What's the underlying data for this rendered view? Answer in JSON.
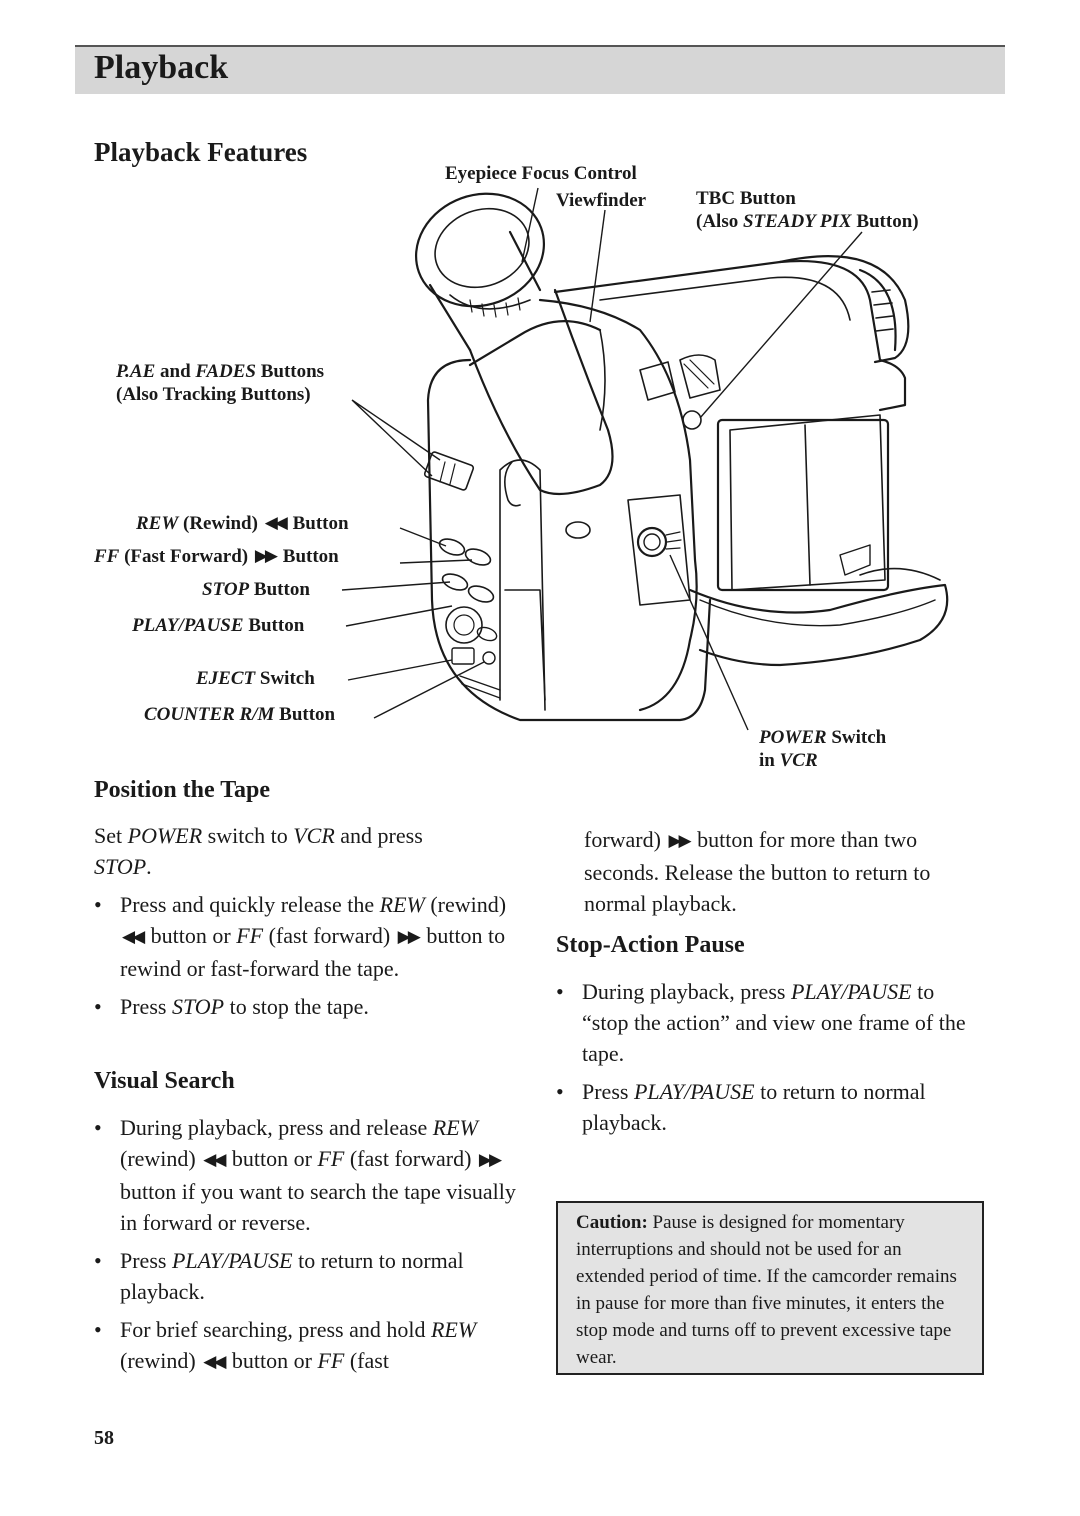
{
  "header": {
    "title": "Playback"
  },
  "section": {
    "title": "Playback  Features"
  },
  "diagram": {
    "labels": {
      "eyepiece": "Eyepiece Focus Control",
      "viewfinder": "Viewfinder",
      "tbc_line1": "TBC Button",
      "tbc_line2_a": "(Also ",
      "tbc_line2_b": "STEADY PIX",
      "tbc_line2_c": " Button)",
      "pae_a": "P.AE",
      "pae_b": " and ",
      "pae_c": "FADES",
      "pae_d": " Buttons",
      "pae_line2": "(Also Tracking Buttons)",
      "rew_a": "REW",
      "rew_b": " (Rewind) ",
      "rew_arrow": "◀◀",
      "rew_c": " Button",
      "ff_a": "FF",
      "ff_b": " (Fast Forward) ",
      "ff_arrow": "▶▶",
      "ff_c": " Button",
      "stop_a": "STOP",
      "stop_b": " Button",
      "play_a": "PLAY/PAUSE",
      "play_b": " Button",
      "eject_a": "EJECT",
      "eject_b": " Switch",
      "counter_a": "COUNTER R/M",
      "counter_b": " Button",
      "power_a": "POWER",
      "power_b": " Switch",
      "power_c": "in ",
      "power_d": "VCR"
    }
  },
  "position_tape": {
    "title": "Position the Tape",
    "intro_a": "Set ",
    "intro_b": "POWER",
    "intro_c": " switch to ",
    "intro_d": "VCR",
    "intro_e": " and press ",
    "intro_f": "STOP",
    "intro_g": ".",
    "b1_a": "Press and quickly release the ",
    "b1_b": "REW",
    "b1_c": " (rewind) ",
    "b1_d": " button or ",
    "b1_e": "FF",
    "b1_f": " (fast forward) ",
    "b1_g": " button to rewind or fast-forward the tape.",
    "b2_a": "Press ",
    "b2_b": "STOP",
    "b2_c": " to stop the tape."
  },
  "visual_search": {
    "title": "Visual Search",
    "b1_a": "During playback, press and release ",
    "b1_b": "REW",
    "b1_c": " (rewind) ",
    "b1_d": " button or ",
    "b1_e": "FF",
    "b1_f": " (fast forward) ",
    "b1_g": " button if you want to search the tape visually in forward or reverse.",
    "b2_a": "Press ",
    "b2_b": "PLAY/PAUSE",
    "b2_c": " to return to normal playback.",
    "b3_a": "For brief searching, press and hold ",
    "b3_b": "REW",
    "b3_c": " (rewind) ",
    "b3_d": " button or ",
    "b3_e": "FF",
    "b3_f": " (fast"
  },
  "right_col": {
    "cont_a": "forward) ",
    "cont_b": " button for more than two seconds. Release the button to return to normal playback."
  },
  "stop_action": {
    "title": "Stop-Action Pause",
    "b1_a": "During playback, press ",
    "b1_b": "PLAY/PAUSE",
    "b1_c": " to “stop the action” and view one frame of the tape.",
    "b2_a": "Press ",
    "b2_b": "PLAY/PAUSE",
    "b2_c": " to return to normal playback."
  },
  "caution": {
    "label": "Caution:",
    "text": " Pause is designed for momentary interruptions and should not be used for an extended period of time.  If the camcorder remains in pause for more than five minutes, it enters the stop mode and turns off to prevent excessive tape wear."
  },
  "arrows": {
    "rew": "◀◀",
    "ff": "▶▶"
  },
  "footer": {
    "page_number": "58"
  }
}
